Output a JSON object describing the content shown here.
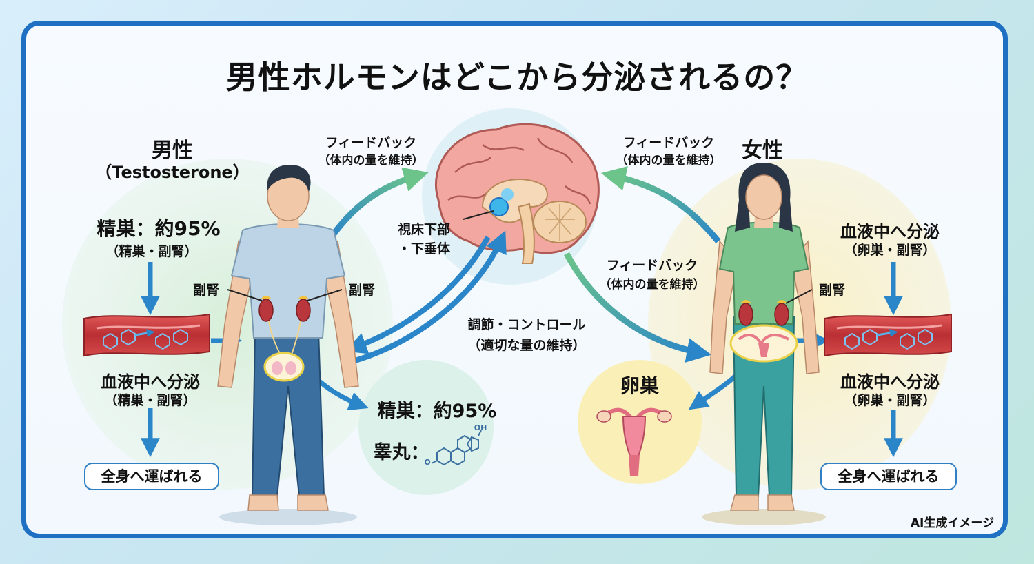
{
  "title": "男性ホルモンはどこから分泌されるの？",
  "male": {
    "heading": "男性",
    "subheading": "（Testosterone）",
    "testis_share": "精巣：約95%",
    "testis_share_sub": "（精巣・副腎）",
    "adrenal_left": "副腎",
    "adrenal_right": "副腎",
    "blood_secretion": "血液中へ分泌",
    "blood_secretion_sub": "（精巣・副腎）",
    "whole_body": "全身へ運ばれる",
    "testis_callout": "精巣：約95%",
    "testicle_label": "睾丸："
  },
  "brain": {
    "feedback_left": "フィードバック",
    "feedback_left_sub": "（体内の量を維持）",
    "feedback_right": "フィードバック",
    "feedback_right_sub": "（体内の量を維持）",
    "hypothalamus": "視床下部",
    "pituitary": "・下垂体",
    "feedback_mid": "フィードバック",
    "feedback_mid_sub": "（体内の量を維持）",
    "regulation": "調節・コントロール",
    "regulation_sub": "（適切な量の維持）"
  },
  "female": {
    "heading": "女性",
    "blood_secretion_top": "血液中へ分泌",
    "blood_secretion_top_sub": "（卵巣・副腎）",
    "adrenal": "副腎",
    "blood_secretion": "血液中へ分泌",
    "blood_secretion_sub": "（卵巣・副腎）",
    "ovary_heading": "卵巣",
    "whole_body": "全身へ運ばれる"
  },
  "molecule_oh": "OH",
  "molecule_o": "O",
  "watermark": "AI生成イメージ",
  "colors": {
    "frame": "#1f6fc2",
    "arrow_blue": "#2a86c8",
    "arrow_green": "#6cc48a",
    "vessel": "#c93a3a"
  }
}
